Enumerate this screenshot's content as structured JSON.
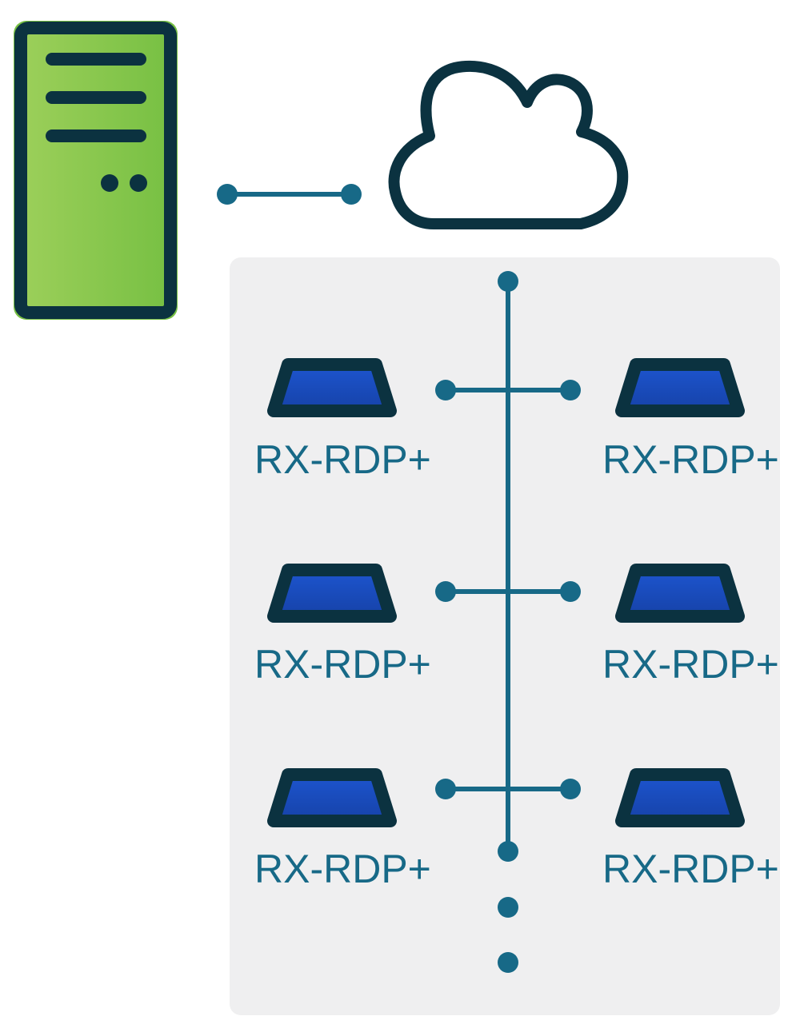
{
  "colors": {
    "background": "#ffffff",
    "panel": "#efeff0",
    "outline": "#0b3240",
    "connector": "#176987",
    "server_gradient_start": "#9ccf5a",
    "server_gradient_end": "#77c043",
    "screen_blue": "#1a4fc4",
    "screen_blue_dark": "#143fa0",
    "label": "#176987"
  },
  "icons": {
    "server": "server-tower-icon",
    "cloud": "cloud-icon",
    "device": "receiver-device-icon"
  },
  "devices": [
    {
      "label": "RX-RDP+"
    },
    {
      "label": "RX-RDP+"
    },
    {
      "label": "RX-RDP+"
    },
    {
      "label": "RX-RDP+"
    },
    {
      "label": "RX-RDP+"
    },
    {
      "label": "RX-RDP+"
    }
  ]
}
